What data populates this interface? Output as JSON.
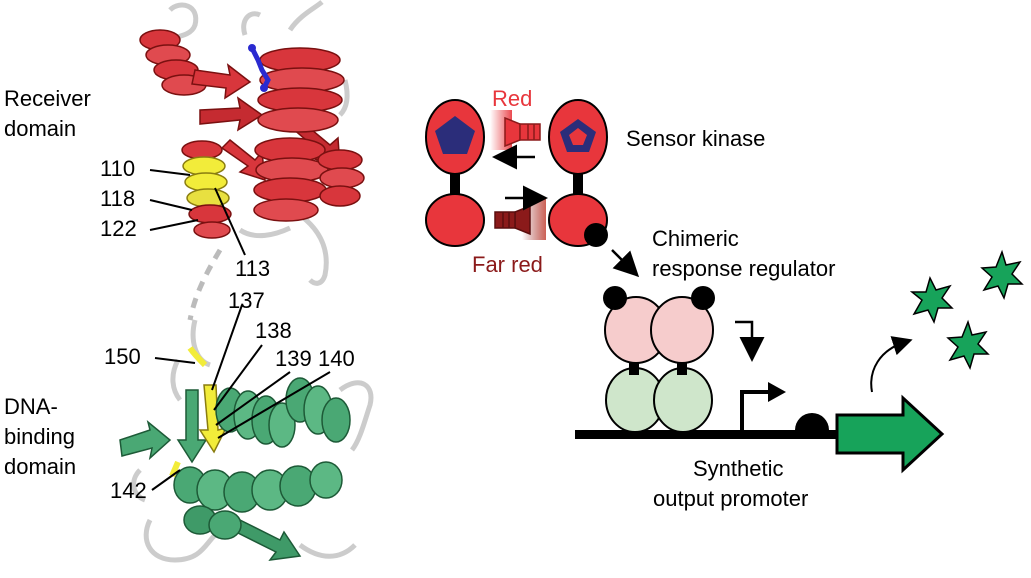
{
  "protein": {
    "receiver_label_1": "Receiver",
    "receiver_label_2": "domain",
    "dna_label_1": "DNA-",
    "dna_label_2": "binding",
    "dna_label_3": "domain",
    "residues": [
      "110",
      "118",
      "122",
      "113",
      "137",
      "138",
      "150",
      "139",
      "140",
      "142"
    ]
  },
  "schematic": {
    "red_light": "Red",
    "far_red_light": "Far red",
    "sensor_kinase": "Sensor kinase",
    "regulator_1": "Chimeric",
    "regulator_2": "response regulator",
    "promoter_1": "Synthetic",
    "promoter_2": "output promoter"
  },
  "colors": {
    "receiver_red": "#d8363c",
    "highlight_yellow": "#f2ec3a",
    "dna_green": "#3fa56b",
    "chromophore_navy": "#2b2d7a",
    "output_green": "#17a35a",
    "regulator_pink": "#f6cccc",
    "regulator_green": "#cfe6cb"
  }
}
